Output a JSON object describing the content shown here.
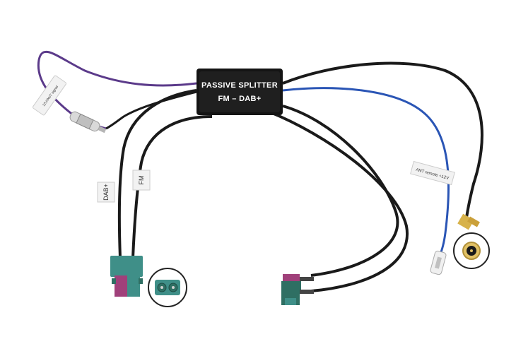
{
  "splitter": {
    "line1": "PASSIVE SPLITTER",
    "line2": "FM – DAB+"
  },
  "labels": {
    "dab_tag": "DAB+",
    "fm_tag": "FM",
    "ant_remote_tag": "ANT remote +12V",
    "power_tag": "12V/ANT signal"
  },
  "colors": {
    "cable_black": "#1a1a1a",
    "cable_blue": "#2a55b5",
    "cable_purple": "#5b3a8a",
    "fakra_teal": "#3f8f88",
    "fakra_magenta": "#a0407a",
    "fakra_dark_teal": "#2f6f63",
    "sma_gold": "#d7b24a",
    "splitter_body": "#141414"
  }
}
